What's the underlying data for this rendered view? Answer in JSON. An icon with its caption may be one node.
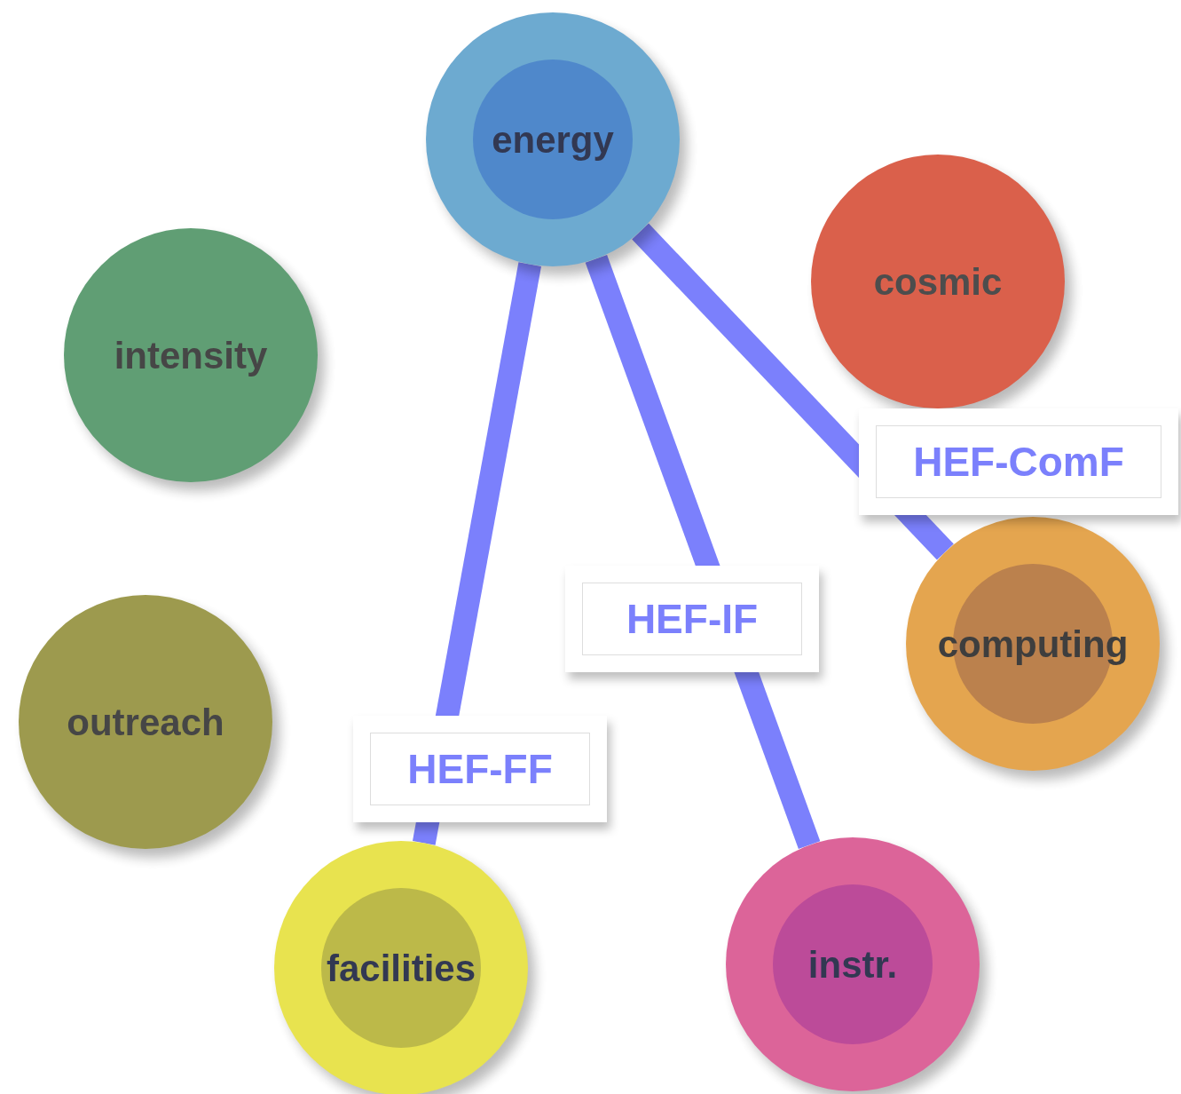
{
  "diagram": {
    "nodes": [
      {
        "text": [
          "energy"
        ]
      },
      {
        "text": [
          "cosmic"
        ]
      },
      {
        "text": [
          "intensity"
        ]
      },
      {
        "text": [
          "outreach"
        ]
      },
      {
        "text": [
          "computing"
        ]
      },
      {
        "text": [
          "facilities"
        ]
      },
      {
        "text": [
          "instr."
        ]
      }
    ],
    "edges": [
      {
        "from": 0,
        "to": 5,
        "arrow": "none",
        "label": "HEF-FF"
      },
      {
        "from": 0,
        "to": 6,
        "arrow": "none",
        "label": "HEF-IF"
      },
      {
        "from": 0,
        "to": 4,
        "arrow": "none",
        "label": "HEF-ComF"
      }
    ]
  }
}
